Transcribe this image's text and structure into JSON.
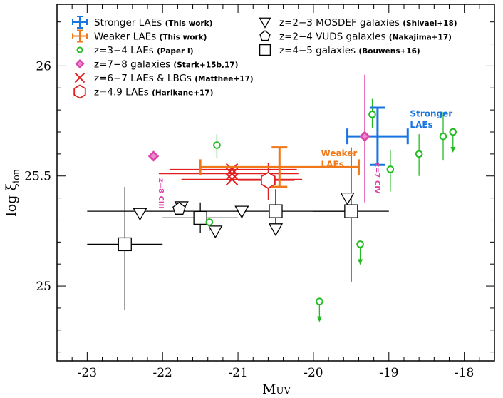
{
  "chart_data": {
    "type": "scatter",
    "xlabel": "M",
    "xlabel_sub": "UV",
    "ylabel": "log ξ",
    "ylabel_sub": "ion",
    "xlim": [
      -23.4,
      -17.6
    ],
    "ylim": [
      24.66,
      26.28
    ],
    "xticks": [
      -23,
      -22,
      -21,
      -20,
      -19,
      -18
    ],
    "xtick_labels": [
      "-23",
      "-22",
      "-21",
      "-20",
      "-19",
      "-18"
    ],
    "yticks": [
      25,
      25.5,
      26
    ],
    "ytick_labels": [
      "25",
      "25.5",
      "26"
    ],
    "colors": {
      "stronger": "#1874e0",
      "weaker": "#f07818",
      "paper1": "#22bb22",
      "stark": "#dd44aa",
      "matthee": "#e02020",
      "harikane": "#e02020",
      "black": "#000000"
    },
    "legend": [
      {
        "marker": "errcross",
        "color": "#1874e0",
        "label": "Stronger LAEs",
        "ref": "(This work)"
      },
      {
        "marker": "errcross",
        "color": "#f07818",
        "label": "Weaker LAEs",
        "ref": "(This work)"
      },
      {
        "marker": "circle",
        "color": "#22bb22",
        "label": "z=3−4 LAEs",
        "ref": "(Paper I)"
      },
      {
        "marker": "diamond",
        "color": "#dd44aa",
        "label": "z=7−8 galaxies",
        "ref": "(Stark+15b,17)"
      },
      {
        "marker": "xcross",
        "color": "#e02020",
        "label": "z=6−7 LAEs & LBGs",
        "ref": "(Matthee+17)"
      },
      {
        "marker": "hexagon",
        "color": "#e02020",
        "label": "z=4.9 LAEs",
        "ref": "(Harikane+17)"
      },
      {
        "marker": "triangle",
        "color": "#000000",
        "label": "z=2−3 MOSDEF galaxies",
        "ref": "(Shivaei+18)"
      },
      {
        "marker": "pentagon",
        "color": "#000000",
        "label": "z=2−4 VUDS galaxies",
        "ref": "(Nakajima+17)"
      },
      {
        "marker": "square",
        "color": "#000000",
        "label": "z=4−5 galaxies",
        "ref": "(Bouwens+16)"
      }
    ],
    "series": [
      {
        "name": "Stronger LAEs",
        "marker": "errcross",
        "points": [
          {
            "x": -19.15,
            "y": 25.68,
            "xlo": -19.55,
            "xhi": -18.75,
            "ylo": 25.55,
            "yhi": 25.81
          }
        ]
      },
      {
        "name": "Weaker LAEs",
        "marker": "errcross",
        "points": [
          {
            "x": -20.45,
            "y": 25.54,
            "xlo": -21.5,
            "xhi": -19.4,
            "ylo": 25.45,
            "yhi": 25.63
          }
        ]
      },
      {
        "name": "z=3−4 LAEs",
        "marker": "circle",
        "points": [
          {
            "x": -21.28,
            "y": 25.64,
            "ylo": 25.58,
            "yhi": 25.69
          },
          {
            "x": -21.38,
            "y": 25.29,
            "ylo": 25.25,
            "yhi": 25.31
          },
          {
            "x": -19.38,
            "y": 25.19,
            "limit": "upper"
          },
          {
            "x": -19.92,
            "y": 24.93,
            "limit": "upper"
          },
          {
            "x": -19.22,
            "y": 25.78,
            "ylo": 25.72,
            "yhi": 25.85
          },
          {
            "x": -18.98,
            "y": 25.53,
            "ylo": 25.43,
            "yhi": 25.62
          },
          {
            "x": -18.6,
            "y": 25.6,
            "ylo": 25.5,
            "yhi": 25.69
          },
          {
            "x": -18.28,
            "y": 25.68,
            "ylo": 25.57,
            "yhi": 25.79
          },
          {
            "x": -18.15,
            "y": 25.7,
            "limit": "upper"
          }
        ]
      },
      {
        "name": "z=7−8 galaxies",
        "marker": "diamond",
        "points": [
          {
            "x": -22.12,
            "y": 25.59,
            "note": "z=8 CIII"
          },
          {
            "x": -19.32,
            "y": 25.68,
            "ylo": 25.38,
            "yhi": 25.96,
            "note": "z=7 CIV"
          }
        ]
      },
      {
        "name": "z=6−7 LAEs & LBGs",
        "marker": "xcross",
        "points": [
          {
            "x": -21.08,
            "y": 25.51,
            "xlo": -22.05,
            "xhi": -20.2
          },
          {
            "x": -21.08,
            "y": 25.51,
            "xlo": -21.9,
            "xhi": -20.22,
            "dy": 0.02
          },
          {
            "x": -21.08,
            "y": 25.51,
            "xlo": -21.75,
            "xhi": -20.15,
            "dy": -0.025
          }
        ]
      },
      {
        "name": "z=4.9 LAEs",
        "marker": "hexagon",
        "points": [
          {
            "x": -20.6,
            "y": 25.48,
            "xlo": -21.0,
            "xhi": -20.25,
            "ylo": 25.39,
            "yhi": 25.56
          }
        ]
      },
      {
        "name": "z=2−3 MOSDEF galaxies",
        "marker": "triangle",
        "points": [
          {
            "x": -22.3,
            "y": 25.33
          },
          {
            "x": -21.75,
            "y": 25.36
          },
          {
            "x": -21.3,
            "y": 25.25
          },
          {
            "x": -20.95,
            "y": 25.34
          },
          {
            "x": -20.5,
            "y": 25.26
          },
          {
            "x": -19.55,
            "y": 25.4
          }
        ]
      },
      {
        "name": "z=2−4 VUDS galaxies",
        "marker": "pentagon",
        "points": [
          {
            "x": -21.78,
            "y": 25.35
          }
        ]
      },
      {
        "name": "z=4−5 galaxies",
        "marker": "square",
        "points": [
          {
            "x": -22.5,
            "y": 25.19,
            "xlo": -23.0,
            "xhi": -22.0,
            "ylo": 24.89,
            "yhi": 25.45
          },
          {
            "x": -21.5,
            "y": 25.31,
            "xlo": -22.0,
            "xhi": -21.0,
            "ylo": 25.24,
            "yhi": 25.38
          },
          {
            "x": -20.5,
            "y": 25.34,
            "xlo": -23.0,
            "xhi": -19.5,
            "ylo": 25.25,
            "yhi": 25.44
          },
          {
            "x": -19.5,
            "y": 25.34,
            "xlo": -20.0,
            "xhi": -19.0,
            "ylo": 25.02,
            "yhi": 25.63
          }
        ]
      }
    ],
    "annotations": [
      {
        "text": "Stronger",
        "color": "#1874e0",
        "x": -18.72,
        "y": 25.77
      },
      {
        "text": "LAEs",
        "color": "#1874e0",
        "x": -18.72,
        "y": 25.72
      },
      {
        "text": "Weaker",
        "color": "#f07818",
        "x": -19.9,
        "y": 25.59
      },
      {
        "text": "LAEs",
        "color": "#f07818",
        "x": -19.9,
        "y": 25.54
      },
      {
        "text": "z=8 CIII",
        "color": "#dd44aa",
        "x": -22.05,
        "y": 25.49,
        "rotate": 90
      },
      {
        "text": "z=7 CIV",
        "color": "#dd44aa",
        "x": -19.18,
        "y": 25.56,
        "rotate": 90
      }
    ]
  }
}
